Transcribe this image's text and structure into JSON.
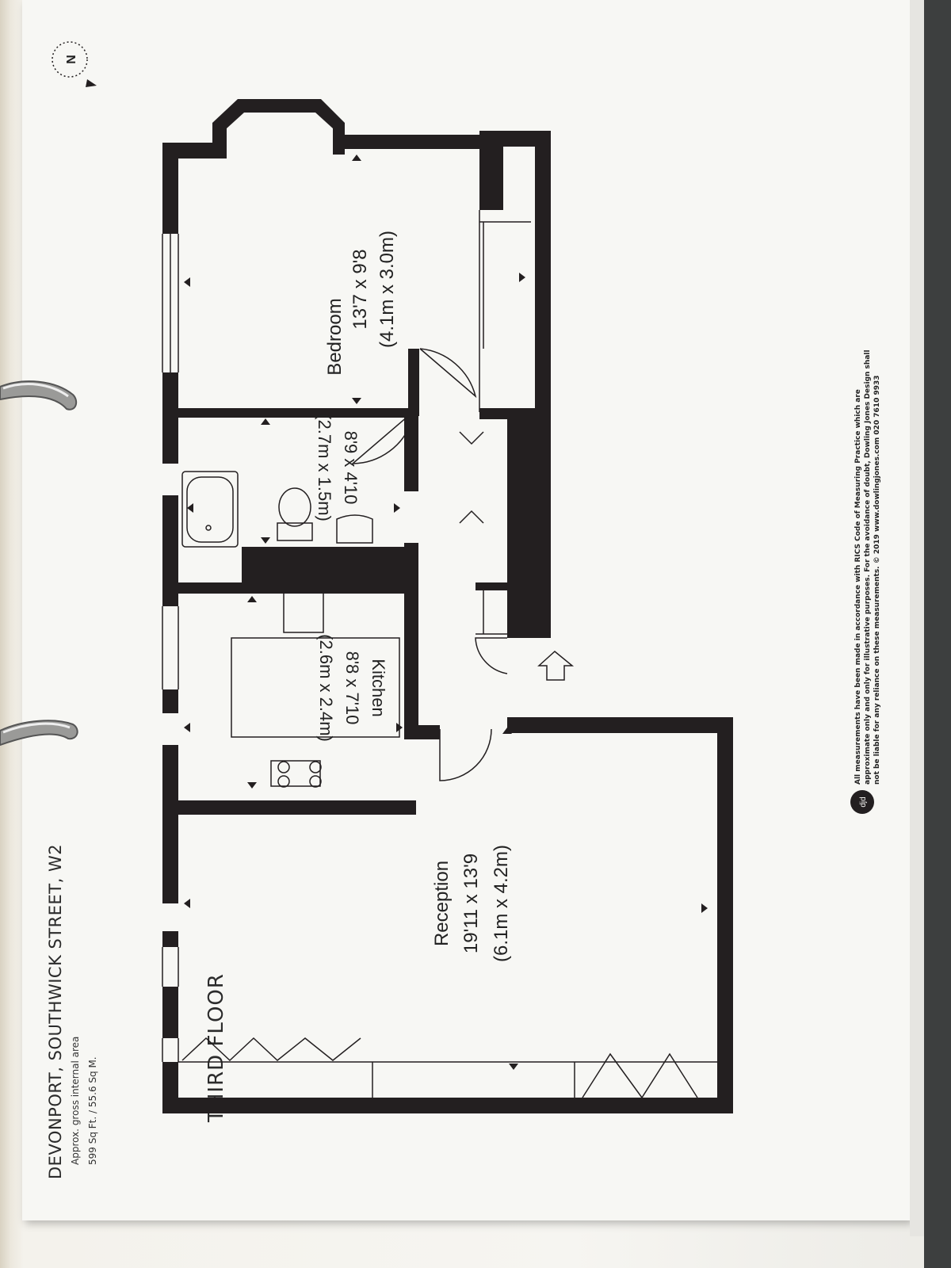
{
  "header": {
    "title": "DEVONPORT, SOUTHWICK STREET, W2",
    "area_line": "Approx. gross internal area",
    "size_line": "599 Sq Ft. / 55.6 Sq M."
  },
  "floor_label": "THIRD FLOOR",
  "rooms": {
    "reception": {
      "name": "Reception",
      "imperial": "19'11 x 13'9",
      "metric": "(6.1m x 4.2m)"
    },
    "kitchen": {
      "name": "Kitchen",
      "imperial": "8'8 x 7'10",
      "metric": "(2.6m x 2.4m)"
    },
    "bathroom": {
      "imperial": "8'9 x 4'10",
      "metric": "(2.7m x 1.5m)"
    },
    "bedroom": {
      "name": "Bedroom",
      "imperial": "13'7 x 9'8",
      "metric": "(4.1m x 3.0m)"
    }
  },
  "compass": {
    "letter": "N"
  },
  "logo": {
    "text": "djd"
  },
  "disclaimer": {
    "line1": "All measurements have been made in accordance with RICS Code of Measuring Practice which are",
    "line2": "approximate only and only for illustrative purposes. For the avoidance of doubt, Dowling Jones Design shall",
    "line3": "not be liable for any reliance on these measurements. © 2019 www.dowlingjones.com 020 7610 9933"
  },
  "colors": {
    "wall": "#231f20",
    "paper": "#f7f7f4",
    "background": "#b9ab8c"
  }
}
